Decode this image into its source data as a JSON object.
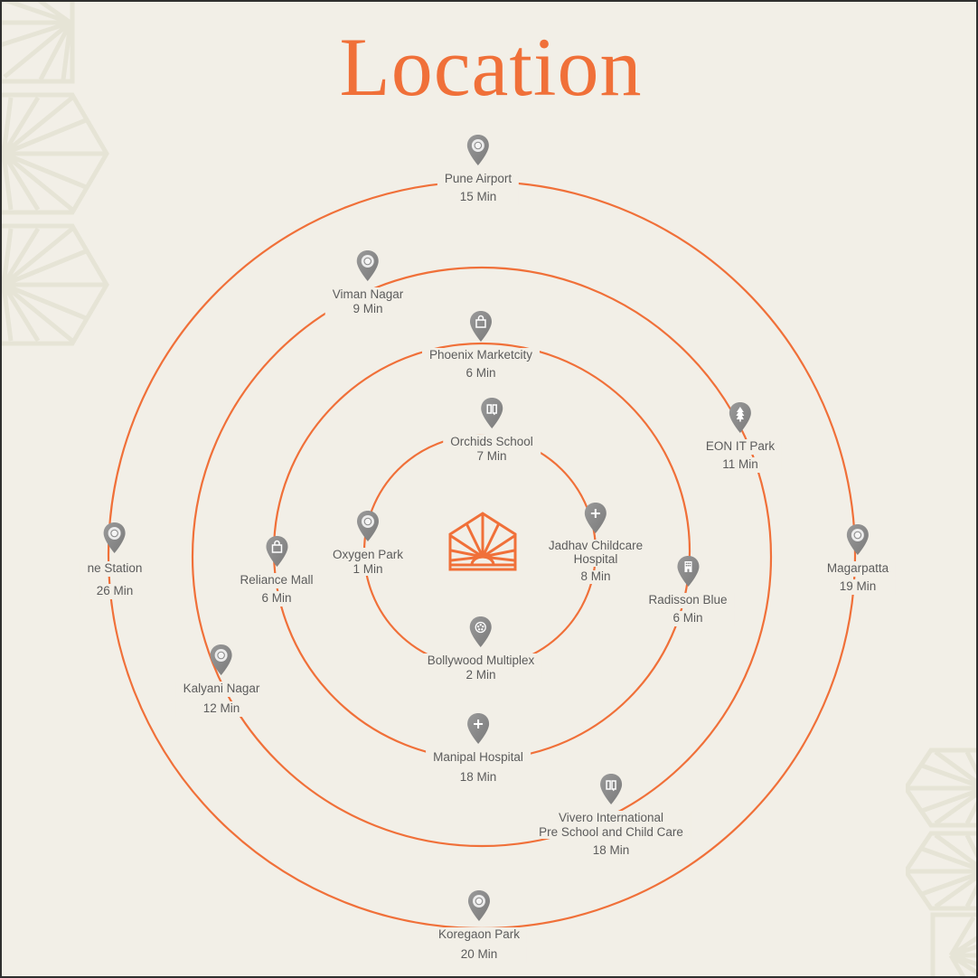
{
  "title": "Location",
  "colors": {
    "accent": "#f07039",
    "background": "#f2efe7",
    "pin": "#8a8a8a",
    "text": "#5c5c5c",
    "decor": "#e6e4d6"
  },
  "center_logo": "house-sunrise-logo",
  "rings": [
    {
      "name": "inner",
      "radius": 128
    },
    {
      "name": "second",
      "radius": 230
    },
    {
      "name": "third",
      "radius": 320
    },
    {
      "name": "outer",
      "radius": 413
    }
  ],
  "places": [
    {
      "id": "pune-airport",
      "name": "Pune Airport",
      "time": "15 Min",
      "icon": "circle-pin-icon",
      "ring": "outer"
    },
    {
      "id": "viman-nagar",
      "name": "Viman Nagar",
      "time": "9 Min",
      "icon": "circle-pin-icon",
      "ring": "third"
    },
    {
      "id": "phoenix-marketcity",
      "name": "Phoenix Marketcity",
      "time": "6 Min",
      "icon": "shopping-bag-icon",
      "ring": "second"
    },
    {
      "id": "orchids-school",
      "name": "Orchids School",
      "time": "7 Min",
      "icon": "book-icon",
      "ring": "inner"
    },
    {
      "id": "eon-it-park",
      "name": "EON IT Park",
      "time": "11 Min",
      "icon": "tree-icon",
      "ring": "third"
    },
    {
      "id": "jadhav-childcare",
      "name": "Jadhav Childcare",
      "name2": "Hospital",
      "time": "8 Min",
      "icon": "plus-icon",
      "ring": "inner"
    },
    {
      "id": "oxygen-park",
      "name": "Oxygen Park",
      "time": "1 Min",
      "icon": "circle-pin-icon",
      "ring": "inner"
    },
    {
      "id": "reliance-mall",
      "name": "Reliance Mall",
      "time": "6 Min",
      "icon": "shopping-bag-icon",
      "ring": "second"
    },
    {
      "id": "pune-station",
      "name": "ne Station",
      "time": "26 Min",
      "icon": "circle-pin-icon",
      "ring": "outer"
    },
    {
      "id": "radisson-blue",
      "name": "Radisson Blue",
      "time": "6 Min",
      "icon": "building-icon",
      "ring": "second"
    },
    {
      "id": "magarpatta",
      "name": "Magarpatta",
      "time": "19 Min",
      "icon": "circle-pin-icon",
      "ring": "outer"
    },
    {
      "id": "bollywood-multiplex",
      "name": "Bollywood Multiplex",
      "time": "2 Min",
      "icon": "film-reel-icon",
      "ring": "inner"
    },
    {
      "id": "kalyani-nagar",
      "name": "Kalyani Nagar",
      "time": "12 Min",
      "icon": "circle-pin-icon",
      "ring": "third"
    },
    {
      "id": "manipal-hospital",
      "name": "Manipal Hospital",
      "time": "18 Min",
      "icon": "plus-icon",
      "ring": "second"
    },
    {
      "id": "vivero-international",
      "name": "Vivero International",
      "name2": "Pre School and Child Care",
      "time": "18 Min",
      "icon": "book-icon",
      "ring": "third"
    },
    {
      "id": "koregaon-park",
      "name": "Koregaon Park",
      "time": "20 Min",
      "icon": "circle-pin-icon",
      "ring": "outer"
    }
  ]
}
